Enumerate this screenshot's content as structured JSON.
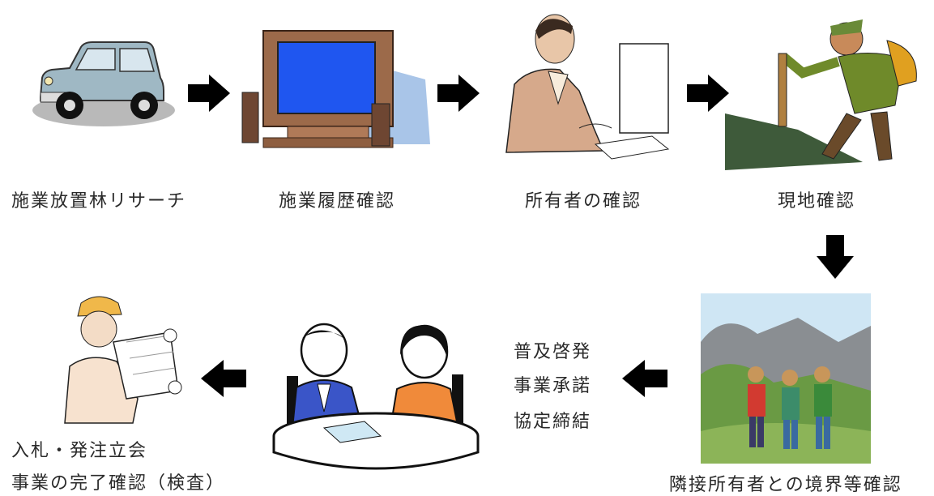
{
  "steps": [
    {
      "id": "research",
      "label": "施業放置林リサーチ",
      "illustration": "car-icon"
    },
    {
      "id": "history",
      "label": "施業履歴確認",
      "illustration": "computer-icon"
    },
    {
      "id": "owner",
      "label": "所有者の確認",
      "illustration": "office-worker-icon"
    },
    {
      "id": "site",
      "label": "現地確認",
      "illustration": "hiker-icon"
    },
    {
      "id": "boundary",
      "label": "隣接所有者との境界等確認",
      "illustration": "hikers-group-icon"
    },
    {
      "id": "agreement",
      "lines": [
        "普及啓発",
        "事業承諾",
        "協定締結"
      ],
      "illustration": "meeting-icon"
    },
    {
      "id": "bidding",
      "lines": [
        "入札・発注立会",
        "事業の完了確認（検査）"
      ],
      "illustration": "engineer-icon"
    }
  ],
  "arrow_color": "#000000"
}
